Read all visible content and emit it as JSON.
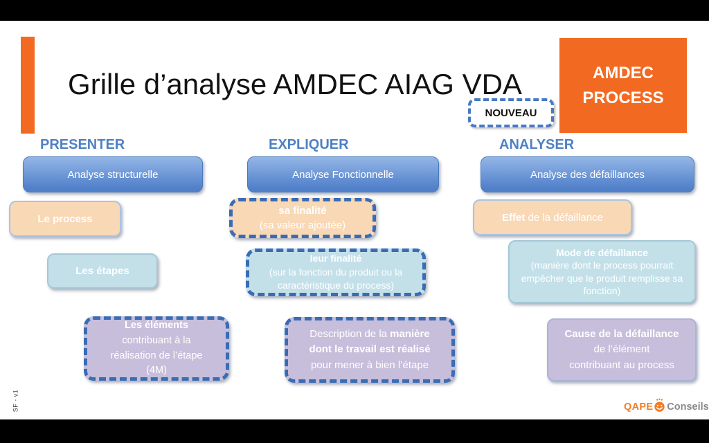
{
  "slide": {
    "title": "Grille d’analyse AMDEC AIAG VDA",
    "badge": "NOUVEAU",
    "corner_tag": {
      "line1": "AMDEC",
      "line2": "PROCESS"
    },
    "version_note": "SF - v1",
    "logo": {
      "brand": "QAPE",
      "o": "O",
      "suffix": "Conseils"
    }
  },
  "columns": [
    {
      "id": "presenter",
      "header": "PRESENTER"
    },
    {
      "id": "expliquer",
      "header": "EXPLIQUER"
    },
    {
      "id": "analyser",
      "header": "ANALYSER"
    }
  ],
  "boxes": [
    {
      "name": "analyse-structurelle",
      "color": "blue",
      "dashed": false,
      "lines": [
        [
          {
            "t": "Analyse structurelle",
            "b": false
          }
        ]
      ]
    },
    {
      "name": "analyse-fonctionnelle",
      "color": "blue",
      "dashed": false,
      "lines": [
        [
          {
            "t": "Analyse Fonctionnelle",
            "b": false
          }
        ]
      ]
    },
    {
      "name": "analyse-defaillances",
      "color": "blue",
      "dashed": false,
      "lines": [
        [
          {
            "t": "Analyse des défaillances",
            "b": false
          }
        ]
      ]
    },
    {
      "name": "le-process",
      "color": "peach",
      "dashed": false,
      "lines": [
        [
          {
            "t": "Le process",
            "b": true
          }
        ]
      ]
    },
    {
      "name": "sa-finalite",
      "color": "peach",
      "dashed": true,
      "lines": [
        [
          {
            "t": "sa finalité",
            "b": true
          }
        ],
        [
          {
            "t": "(sa valeur ajoutée)",
            "b": false
          }
        ]
      ]
    },
    {
      "name": "effet-defaillance",
      "color": "peach",
      "dashed": false,
      "lines": [
        [
          {
            "t": "Effet ",
            "b": true
          },
          {
            "t": "de la défaillance",
            "b": false
          }
        ]
      ]
    },
    {
      "name": "les-etapes",
      "color": "lightblue",
      "dashed": false,
      "lines": [
        [
          {
            "t": "Les étapes",
            "b": true
          }
        ]
      ]
    },
    {
      "name": "leur-finalite",
      "color": "lightblue",
      "dashed": true,
      "lines": [
        [
          {
            "t": "leur finalité",
            "b": true
          }
        ],
        [
          {
            "t": "(sur la fonction du produit ou la caractéristique du process)",
            "b": false
          }
        ]
      ]
    },
    {
      "name": "mode-defaillance",
      "color": "lightblue",
      "dashed": false,
      "lines": [
        [
          {
            "t": "Mode de défaillance",
            "b": true
          }
        ],
        [
          {
            "t": "(manière dont le process pourrait empêcher que le produit remplisse sa fonction)",
            "b": false
          }
        ]
      ]
    },
    {
      "name": "les-elements",
      "color": "purple",
      "dashed": true,
      "lines": [
        [
          {
            "t": "Les éléments",
            "b": true
          }
        ],
        [
          {
            "t": "contribuant à la",
            "b": false
          }
        ],
        [
          {
            "t": "réalisation de l’étape",
            "b": false
          }
        ],
        [
          {
            "t": "(4M)",
            "b": false
          }
        ]
      ]
    },
    {
      "name": "description-maniere",
      "color": "purple",
      "dashed": true,
      "lines": [
        [
          {
            "t": "Description de la ",
            "b": false
          },
          {
            "t": "manière",
            "b": true
          }
        ],
        [
          {
            "t": "dont le travail est réalisé",
            "b": true
          }
        ],
        [
          {
            "t": "pour mener à bien l’étape",
            "b": false
          }
        ]
      ]
    },
    {
      "name": "cause-defaillance",
      "color": "purple",
      "dashed": false,
      "lines": [
        [
          {
            "t": "Cause de la défaillance",
            "b": true
          }
        ],
        [
          {
            "t": "de l’élément",
            "b": false
          }
        ],
        [
          {
            "t": "contribuant au process",
            "b": false
          }
        ]
      ]
    }
  ],
  "colors": {
    "accent_orange": "#F26A22",
    "header_blue": "#4E81C4",
    "dashed_border_blue": "#3A6CB4",
    "box_blue_top": "#93B6E6",
    "box_blue_bottom": "#5180CA",
    "peach_fill": "#F9D8B6",
    "light_blue_fill": "#C3E0E9",
    "purple_fill": "#C7BEDB",
    "logo_orange": "#EF7D28",
    "logo_gray": "#8A8A8A"
  }
}
